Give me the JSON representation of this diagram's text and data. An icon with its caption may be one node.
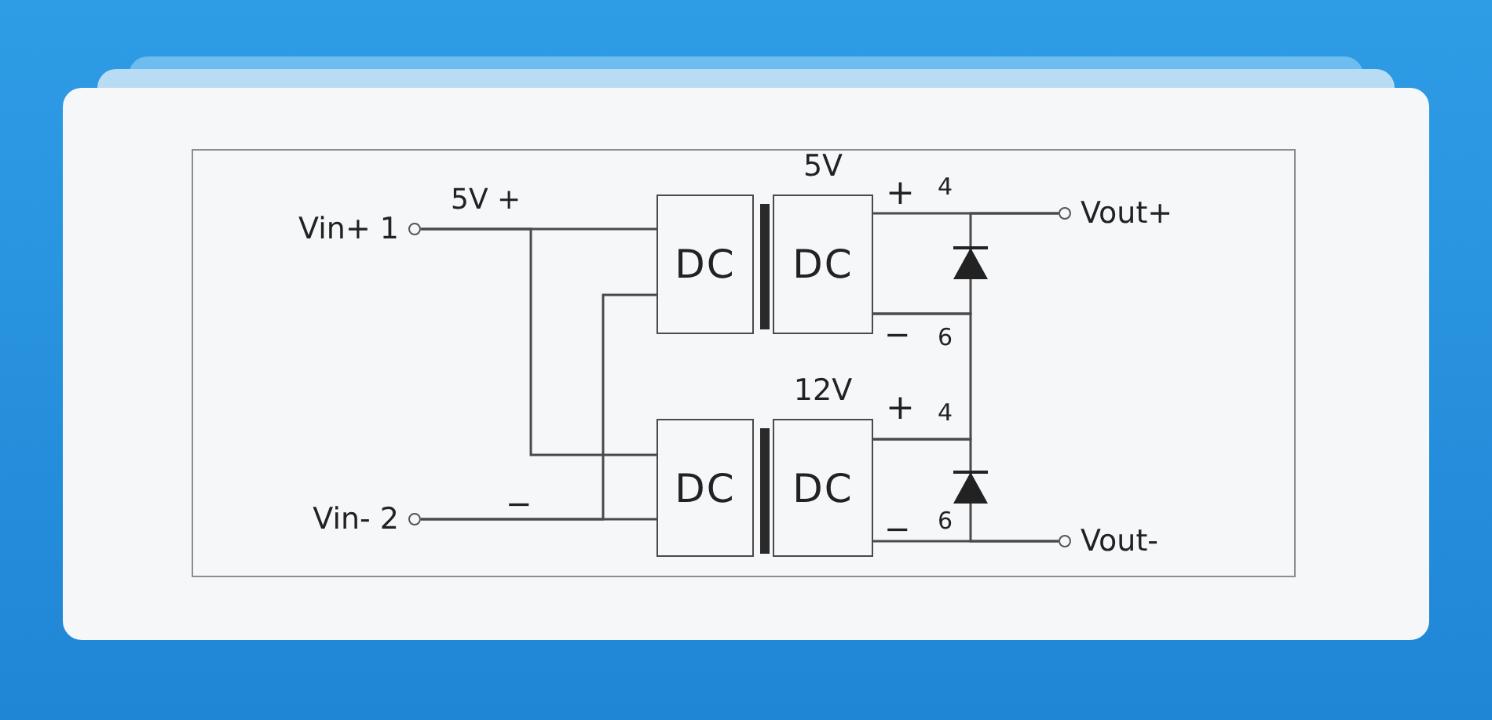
{
  "diagram": {
    "nodes": [
      {
        "text": [
          "Vin+ 1"
        ]
      },
      {
        "text": [
          "Vin- 2"
        ]
      },
      {
        "text": [
          "DC"
        ]
      },
      {
        "text": [
          "DC"
        ],
        "beside": [
          "5V"
        ]
      },
      {
        "text": [
          "DC"
        ]
      },
      {
        "text": [
          "DC"
        ],
        "beside": [
          "12V"
        ]
      },
      {
        "text": [],
        "shape": "diode"
      },
      {
        "text": [],
        "shape": "diode"
      },
      {
        "text": [
          "Vout+"
        ]
      },
      {
        "text": [
          "Vout-"
        ]
      }
    ],
    "edges": [
      {
        "from": 0,
        "to": 2,
        "arrow": "none"
      },
      {
        "from": 0,
        "to": 4,
        "arrow": "none"
      },
      {
        "from": 1,
        "to": 4,
        "arrow": "none"
      },
      {
        "from": 1,
        "to": 2,
        "arrow": "none"
      },
      {
        "from": 3,
        "to": 8,
        "arrow": "none"
      },
      {
        "from": 6,
        "to": 8,
        "arrow": "none"
      },
      {
        "from": 3,
        "to": 6,
        "arrow": "none"
      },
      {
        "from": 3,
        "to": 5,
        "arrow": "none"
      },
      {
        "from": 5,
        "to": 7,
        "arrow": "none"
      },
      {
        "from": 7,
        "to": 9,
        "arrow": "none"
      },
      {
        "from": 5,
        "to": 9,
        "arrow": "none"
      }
    ],
    "labels": [
      "5V +",
      "−",
      "+",
      "4",
      "−",
      "6",
      "+",
      "4",
      "−",
      "6"
    ]
  }
}
